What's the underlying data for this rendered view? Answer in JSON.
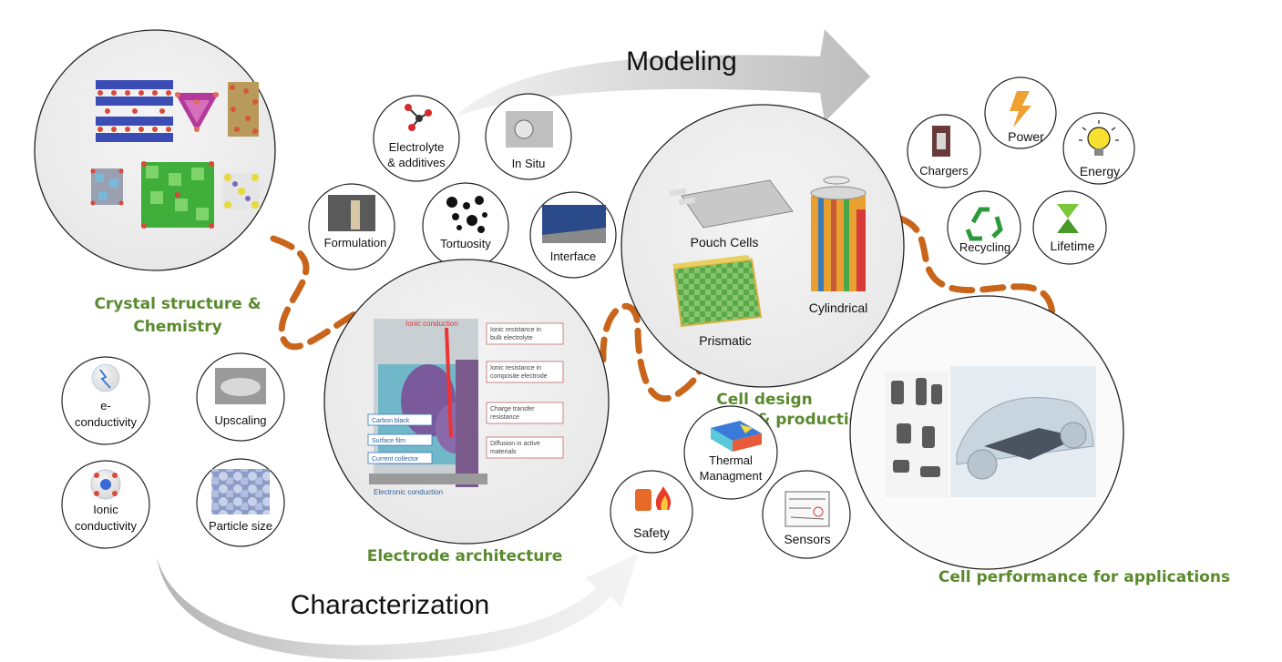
{
  "arrows": {
    "top": "Modeling",
    "bottom": "Characterization"
  },
  "sections": {
    "crystal": "Crystal structure &",
    "crystal_line2": "Chemistry",
    "electrode": "Electrode architecture",
    "cell_design": "Cell design",
    "cell_design_line2": "& production",
    "performance": "Cell performance for applications"
  },
  "bubbles": {
    "electrolyte_1": "Electrolyte",
    "electrolyte_2": "& additives",
    "in_situ": "In Situ",
    "formulation": "Formulation",
    "tortuosity": "Tortuosity",
    "interface": "Interface",
    "e_cond_1": "e-",
    "e_cond_2": "conductivity",
    "upscaling": "Upscaling",
    "ionic_1": "Ionic",
    "ionic_2": "conductivity",
    "particle_size": "Particle size",
    "safety": "Safety",
    "thermal_1": "Thermal",
    "thermal_2": "Managment",
    "sensors": "Sensors",
    "chargers": "Chargers",
    "power": "Power",
    "energy": "Energy",
    "recycling": "Recycling",
    "lifetime": "Lifetime"
  },
  "cell_types": {
    "pouch": "Pouch Cells",
    "cylindrical": "Cylindrical",
    "prismatic": "Prismatic"
  },
  "electrode_figure": {
    "ionic_conduction": "Ionic conduction",
    "electronic_conduction": "Electronic conduction",
    "carbon_black": "Carbon black",
    "surface_film": "Surface film",
    "current_collector": "Current collector",
    "r1a": "Ionic resistance in",
    "r1b": "bulk electrolyte",
    "r2a": "Ionic resistance in",
    "r2b": "composite electrode",
    "r3a": "Charge transfer",
    "r3b": "resistance",
    "r4a": "Diffusion in active",
    "r4b": "materials"
  },
  "colors": {
    "section_green": "#5a8a2e",
    "dash_orange": "#c8651b",
    "arrow_grey": "#c8c8c8"
  }
}
